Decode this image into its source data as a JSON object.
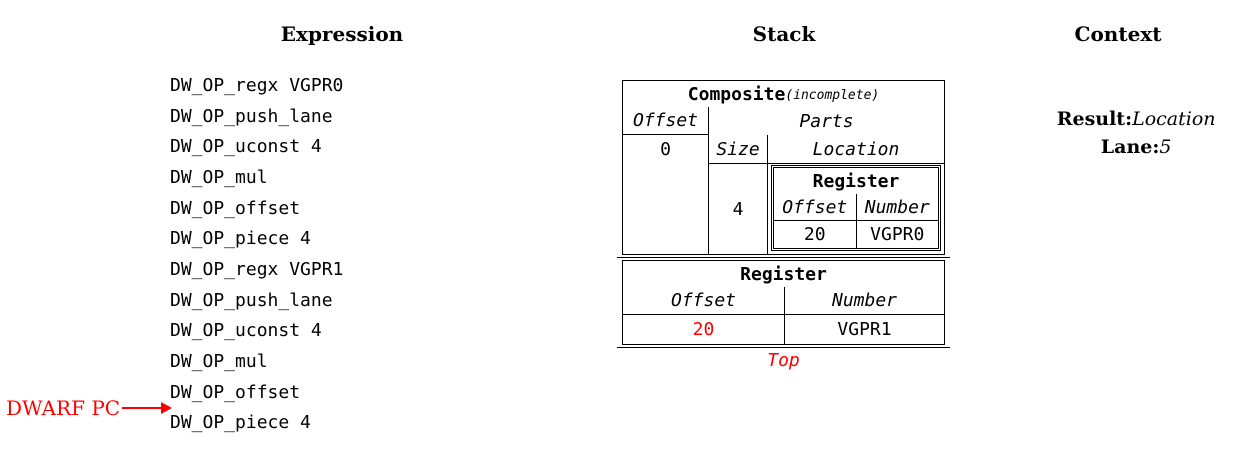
{
  "expression": {
    "title": "Expression",
    "items": [
      "DW_OP_regx VGPR0",
      "DW_OP_push_lane",
      "DW_OP_uconst 4",
      "DW_OP_mul",
      "DW_OP_offset",
      "DW_OP_piece 4",
      "DW_OP_regx VGPR1",
      "DW_OP_push_lane",
      "DW_OP_uconst 4",
      "DW_OP_mul",
      "DW_OP_offset",
      "DW_OP_piece 4"
    ],
    "pc": {
      "label": "DWARF PC",
      "arrow_icon": "right-arrow",
      "points_between": [
        "DW_OP_offset",
        "DW_OP_piece 4"
      ]
    }
  },
  "stack": {
    "title": "Stack",
    "composite": {
      "title": "Composite",
      "annotation": "(incomplete)",
      "offset_header": "Offset",
      "offset_value": "0",
      "parts_header": "Parts",
      "size_header": "Size",
      "location_header": "Location",
      "part": {
        "size": "4",
        "register": {
          "title": "Register",
          "offset_header": "Offset",
          "number_header": "Number",
          "offset_value": "20",
          "number_value": "VGPR0"
        }
      }
    },
    "top_entry": {
      "title": "Register",
      "offset_header": "Offset",
      "number_header": "Number",
      "offset_value": "20",
      "number_value": "VGPR1"
    },
    "top_label": "Top"
  },
  "context": {
    "title": "Context",
    "result_label": "Result:",
    "result_value": "Location",
    "lane_label": "Lane:",
    "lane_value": "5"
  },
  "colors": {
    "highlight_red": "#ff0000",
    "text": "#000000",
    "border": "#000000",
    "background": "#ffffff"
  }
}
